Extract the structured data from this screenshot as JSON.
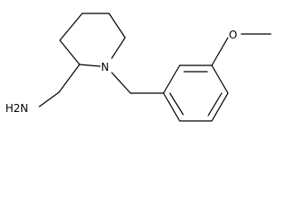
{
  "structure": {
    "labels": {
      "nitrogen": "N",
      "methoxy_oxygen": "O",
      "amine": "H2N"
    }
  }
}
